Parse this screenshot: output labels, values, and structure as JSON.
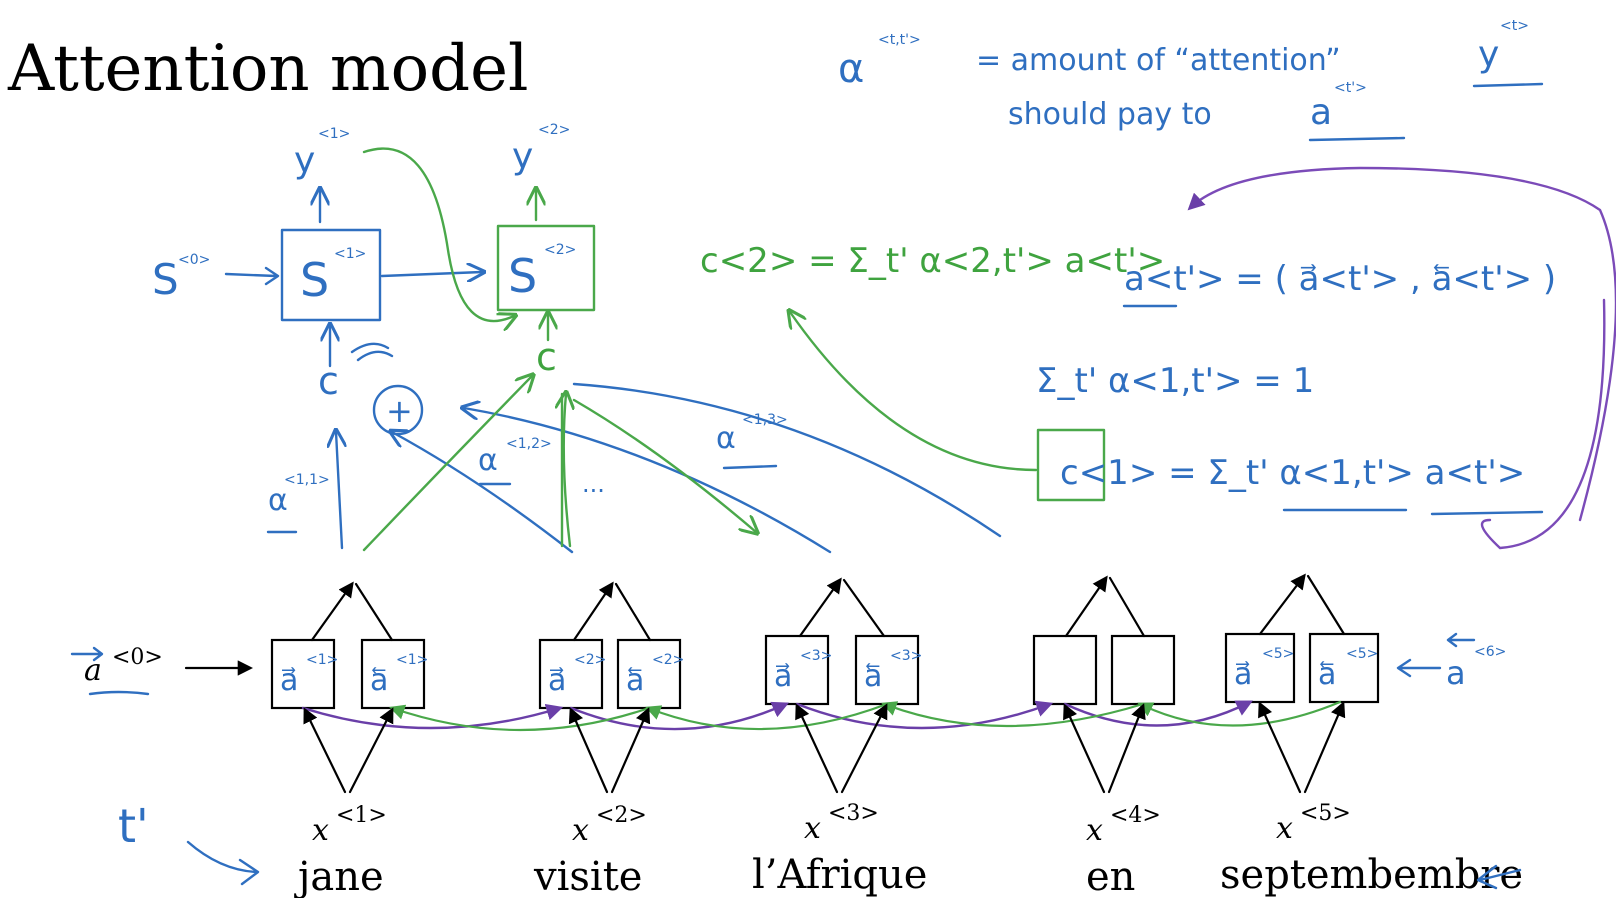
{
  "title": "Attention model",
  "words": [
    "jane",
    "visite",
    "l’Afrique",
    "en",
    "septembembre"
  ],
  "inputs": [
    {
      "x": "x",
      "sup": "<1>"
    },
    {
      "x": "x",
      "sup": "<2>"
    },
    {
      "x": "x",
      "sup": "<3>"
    },
    {
      "x": "x",
      "sup": "<4>"
    },
    {
      "x": "x",
      "sup": "<5>"
    }
  ],
  "init_fwd": {
    "base": "a",
    "sup": "<0>"
  },
  "init_bwd": {
    "base": "a",
    "sup": "<6>"
  },
  "cells": [
    {
      "fwd": "a⃗",
      "fsup": "<1>",
      "bwd": "a⃖",
      "bsup": "<1>"
    },
    {
      "fwd": "a⃗",
      "fsup": "<2>",
      "bwd": "a⃖",
      "bsup": "<2>"
    },
    {
      "fwd": "a⃗",
      "fsup": "<3>",
      "bwd": "a⃖",
      "bsup": "<3>"
    },
    {
      "fwd": "",
      "fsup": "",
      "bwd": "",
      "bsup": ""
    },
    {
      "fwd": "a⃗",
      "fsup": "<5>",
      "bwd": "a⃖",
      "bsup": "<5>"
    }
  ],
  "decoder": {
    "s0": "S",
    "s0_sup": "<0>",
    "s1": "S",
    "s1_sup": "<1>",
    "s2": "S",
    "s2_sup": "<2>",
    "y1": "y",
    "y1_sup": "<1>",
    "y2": "y",
    "y2_sup": "<2>",
    "c1": "c",
    "c2": "c",
    "plus": "+"
  },
  "weights": [
    {
      "sym": "α",
      "sup": "<1,1>"
    },
    {
      "sym": "α",
      "sup": "<1,2>"
    },
    {
      "sym": "α",
      "sup": "<1,3>"
    }
  ],
  "ellipsis": "...",
  "t_prime": "t'",
  "notes": {
    "alpha_def_lhs": "α",
    "alpha_def_sup": "<t,t'>",
    "alpha_def_text1": "= amount of “attention”",
    "alpha_def_y": "y",
    "alpha_def_ysup": "<t>",
    "alpha_def_text2": "should pay to",
    "alpha_def_a": "a",
    "alpha_def_asup": "<t'>",
    "a_concat": "a<t'> = ( a⃗<t'> , a⃖<t'> )",
    "sum_rule": "Σ_t' α<1,t'> = 1",
    "c1_eq": "c<1> = Σ_t' α<1,t'> a<t'>",
    "c2_eq": "c<2> = Σ_t' α<2,t'> a<t'>"
  }
}
